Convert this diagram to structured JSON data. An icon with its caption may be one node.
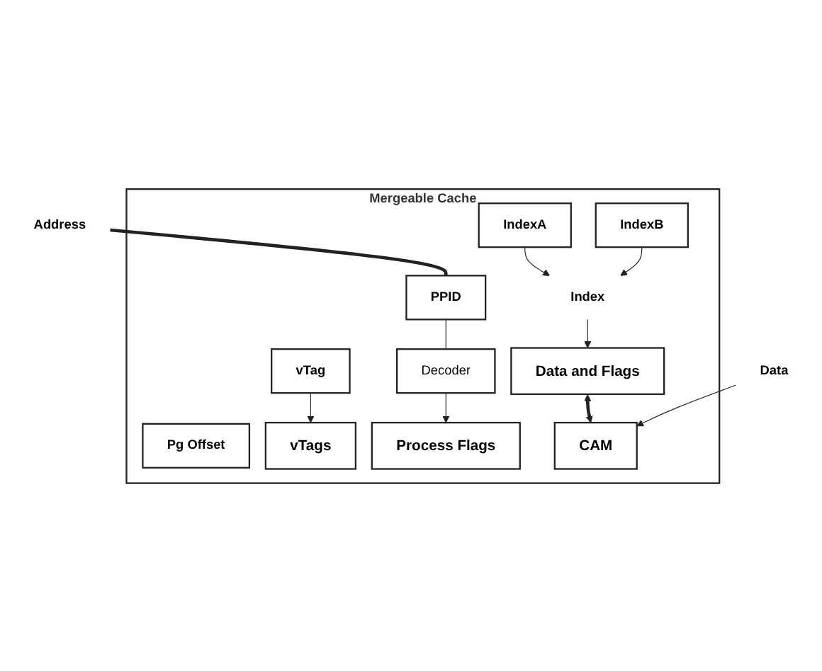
{
  "diagram": {
    "nodes": [
      {
        "text": [
          "Mergeable Cache"
        ]
      },
      {
        "text": [
          "Data"
        ]
      },
      {
        "text": [
          "Address"
        ]
      },
      {
        "text": [
          "vTag"
        ],
        "in": 0
      },
      {
        "text": [
          "IndexA"
        ],
        "in": 0
      },
      {
        "text": [
          "PPID"
        ],
        "in": 0
      },
      {
        "text": [
          "IndexB"
        ],
        "in": 0
      },
      {
        "text": [
          "Pg Offset"
        ],
        "in": 0
      },
      {
        "text": [
          "Decoder"
        ],
        "in": 0
      },
      {
        "text": [
          "Index"
        ],
        "in": 0
      },
      {
        "text": [
          "vTags"
        ],
        "in": 0
      },
      {
        "text": [
          "Process Flags"
        ],
        "in": 0
      },
      {
        "text": [
          "Data and Flags"
        ],
        "in": 0
      },
      {
        "text": [
          "CAM"
        ],
        "in": 0
      }
    ],
    "edges": [
      {
        "from": 2,
        "to": 5,
        "arrow": "none",
        "style": "thick"
      },
      {
        "from": 3,
        "to": 10,
        "arrow": "to"
      },
      {
        "from": 5,
        "to": 8,
        "arrow": "none"
      },
      {
        "from": 8,
        "to": 11,
        "arrow": "to"
      },
      {
        "from": 4,
        "to": 9,
        "arrow": "to"
      },
      {
        "from": 6,
        "to": 9,
        "arrow": "to"
      },
      {
        "from": 9,
        "to": 12,
        "arrow": "to"
      },
      {
        "from": 12,
        "to": 13,
        "arrow": "both",
        "style": "thick"
      },
      {
        "from": 1,
        "to": 13,
        "arrow": "to"
      }
    ]
  }
}
